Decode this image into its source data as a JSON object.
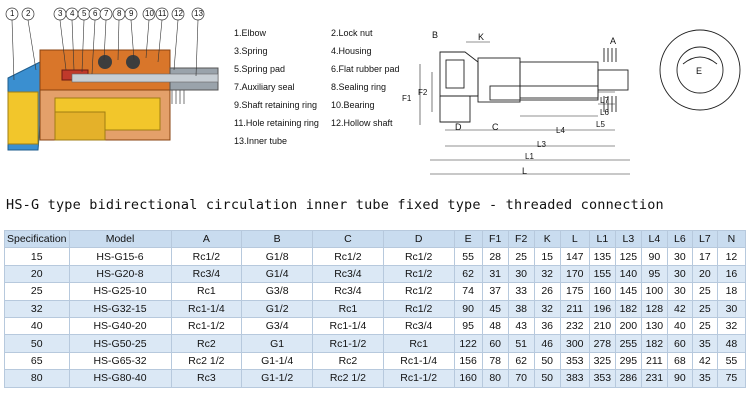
{
  "figure": {
    "callout_numbers": [
      "1",
      "2",
      "3",
      "4",
      "5",
      "6",
      "7",
      "8",
      "9",
      "10",
      "11",
      "12",
      "13"
    ],
    "parts": [
      "1.Elbow",
      "2.Lock nut",
      "3.Spring",
      "4.Housing",
      "5.Spring pad",
      "6.Flat rubber pad",
      "7.Auxiliary seal",
      "8.Sealing ring",
      "9.Shaft retaining ring",
      "10.Bearing",
      "11.Hole retaining ring",
      "12.Hollow shaft",
      "13.Inner tube"
    ],
    "dimension_labels": [
      "B",
      "K",
      "A",
      "E",
      "F1",
      "F2",
      "D",
      "C",
      "L7",
      "L6",
      "L5",
      "L4",
      "L3",
      "L1",
      "L"
    ],
    "colors": {
      "housing_orange": "#d9762a",
      "elbow_blue": "#3a8fd0",
      "brass_yellow": "#f2c62b",
      "steel_grey": "#9aa3ab"
    }
  },
  "heading": "HS-G type bidirectional circulation inner tube fixed type - threaded connection",
  "table": {
    "columns": [
      "Specification",
      "Model",
      "A",
      "B",
      "C",
      "D",
      "E",
      "F1",
      "F2",
      "K",
      "L",
      "L1",
      "L3",
      "L4",
      "L6",
      "L7",
      "N"
    ],
    "rows": [
      [
        "15",
        "HS-G15-6",
        "Rc1/2",
        "G1/8",
        "Rc1/2",
        "Rc1/2",
        "55",
        "28",
        "25",
        "15",
        "147",
        "135",
        "125",
        "90",
        "30",
        "17",
        "12"
      ],
      [
        "20",
        "HS-G20-8",
        "Rc3/4",
        "G1/4",
        "Rc3/4",
        "Rc1/2",
        "62",
        "31",
        "30",
        "32",
        "170",
        "155",
        "140",
        "95",
        "30",
        "20",
        "16"
      ],
      [
        "25",
        "HS-G25-10",
        "Rc1",
        "G3/8",
        "Rc3/4",
        "Rc1/2",
        "74",
        "37",
        "33",
        "26",
        "175",
        "160",
        "145",
        "100",
        "30",
        "25",
        "18"
      ],
      [
        "32",
        "HS-G32-15",
        "Rc1-1/4",
        "G1/2",
        "Rc1",
        "Rc1/2",
        "90",
        "45",
        "38",
        "32",
        "211",
        "196",
        "182",
        "128",
        "42",
        "25",
        "30"
      ],
      [
        "40",
        "HS-G40-20",
        "Rc1-1/2",
        "G3/4",
        "Rc1-1/4",
        "Rc3/4",
        "95",
        "48",
        "43",
        "36",
        "232",
        "210",
        "200",
        "130",
        "40",
        "25",
        "32"
      ],
      [
        "50",
        "HS-G50-25",
        "Rc2",
        "G1",
        "Rc1-1/2",
        "Rc1",
        "122",
        "60",
        "51",
        "46",
        "300",
        "278",
        "255",
        "182",
        "60",
        "35",
        "48"
      ],
      [
        "65",
        "HS-G65-32",
        "Rc2 1/2",
        "G1-1/4",
        "Rc2",
        "Rc1-1/4",
        "156",
        "78",
        "62",
        "50",
        "353",
        "325",
        "295",
        "211",
        "68",
        "42",
        "55"
      ],
      [
        "80",
        "HS-G80-40",
        "Rc3",
        "G1-1/2",
        "Rc2 1/2",
        "Rc1-1/2",
        "160",
        "80",
        "70",
        "50",
        "383",
        "353",
        "286",
        "231",
        "90",
        "35",
        "75"
      ]
    ]
  }
}
